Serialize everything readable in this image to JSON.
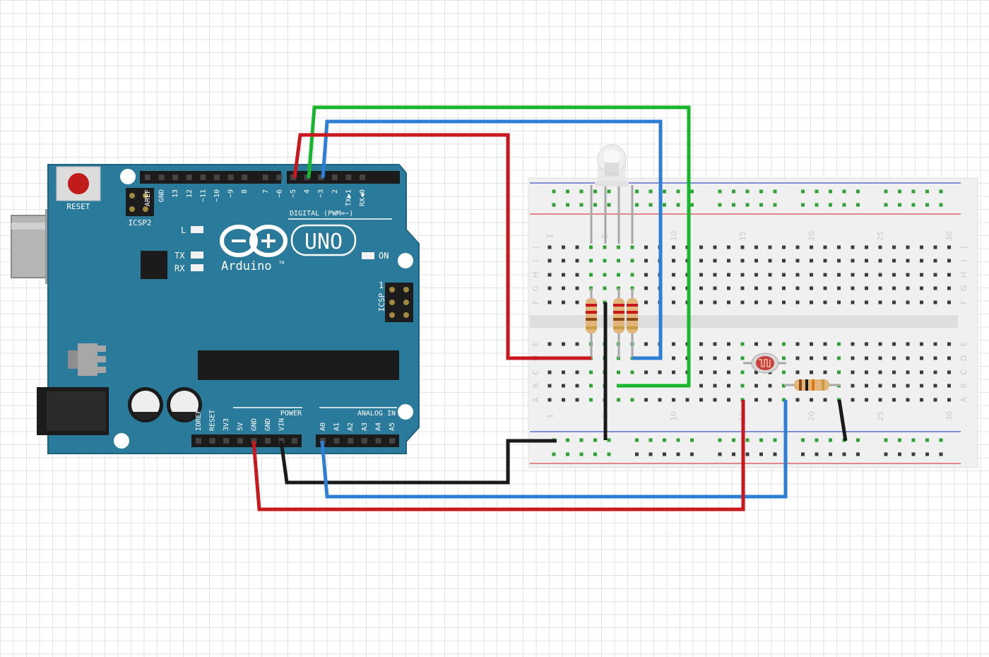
{
  "board": {
    "reset_label": "RESET",
    "icsp2_label": "ICSP2",
    "icsp_label": "ICSP",
    "icsp_pin1": "1",
    "led_l": "L",
    "led_tx": "TX",
    "led_rx": "RX",
    "on_label": "ON",
    "uno_label": "UNO",
    "brand_label": "Arduino",
    "tm": "TM",
    "digital_label": "DIGITAL (PWM=~)",
    "power_label": "POWER",
    "analog_label": "ANALOG IN",
    "digital_pins": [
      "AREF",
      "GND",
      "13",
      "12",
      "~11",
      "~10",
      "~9",
      "8",
      "7",
      "~6",
      "~5",
      "4",
      "~3",
      "2",
      "TX▶1",
      "RX◀0"
    ],
    "power_pins": [
      "IOREF",
      "RESET",
      "3V3",
      "5V",
      "GND",
      "GND",
      "VIN"
    ],
    "analog_pins": [
      "A0",
      "A1",
      "A2",
      "A3",
      "A4",
      "A5"
    ]
  },
  "breadboard": {
    "column_numbers": [
      "1",
      "5",
      "10",
      "15",
      "20",
      "25",
      "30"
    ],
    "row_letters_top": [
      "J",
      "I",
      "H",
      "G",
      "F"
    ],
    "row_letters_bottom": [
      "E",
      "D",
      "C",
      "B",
      "A"
    ]
  },
  "components": {
    "rgb_led": "rgb-led",
    "photoresistor": "photoresistor",
    "resistors": 4
  },
  "colors": {
    "board": "#2a7a9b",
    "wire_red": "#c8171d",
    "wire_green": "#17b62d",
    "wire_blue": "#2d7fd6",
    "wire_black": "#1a1a1a",
    "rail_red": "#d94a4a",
    "rail_blue": "#3a4fc8",
    "hole_green": "#2fa234"
  }
}
